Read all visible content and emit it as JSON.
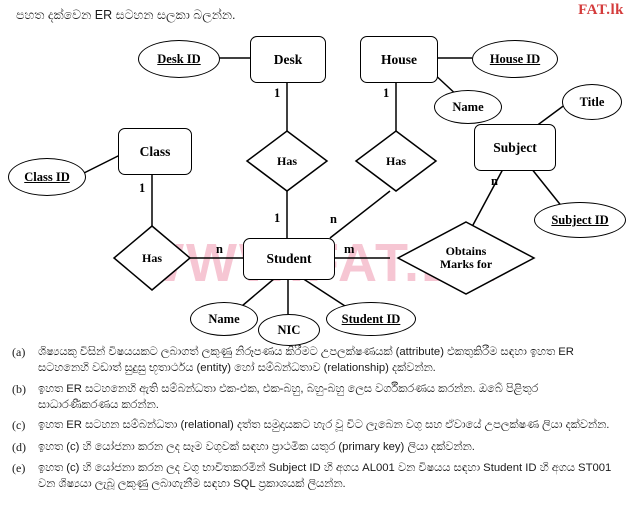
{
  "watermarks": {
    "corner": "FAT.lk",
    "center": "WWW.FAT.LK"
  },
  "intro": {
    "text": "පහත දක්වෙන ER සටහන සලකා බලන්න."
  },
  "diagram": {
    "type": "entity-relationship-diagram",
    "entities": [
      {
        "id": "desk",
        "label": "Desk"
      },
      {
        "id": "house",
        "label": "House"
      },
      {
        "id": "class",
        "label": "Class"
      },
      {
        "id": "subject",
        "label": "Subject"
      },
      {
        "id": "student",
        "label": "Student"
      }
    ],
    "attributes": [
      {
        "id": "desk-id",
        "label": "Desk ID",
        "key": true,
        "entity": "desk"
      },
      {
        "id": "house-id",
        "label": "House ID",
        "key": true,
        "entity": "house"
      },
      {
        "id": "name-house",
        "label": "Name",
        "key": false,
        "entity": "house"
      },
      {
        "id": "class-id",
        "label": "Class ID",
        "key": true,
        "entity": "class"
      },
      {
        "id": "title",
        "label": "Title",
        "key": false,
        "entity": "subject"
      },
      {
        "id": "subject-id",
        "label": "Subject ID",
        "key": true,
        "entity": "subject"
      },
      {
        "id": "name-student",
        "label": "Name",
        "key": false,
        "entity": "student"
      },
      {
        "id": "nic",
        "label": "NIC",
        "key": false,
        "entity": "student"
      },
      {
        "id": "student-id",
        "label": "Student ID",
        "key": true,
        "entity": "student"
      }
    ],
    "relationships": [
      {
        "id": "has-desk-student",
        "label": "Has",
        "line1": "Has",
        "line2": ""
      },
      {
        "id": "has-house-student",
        "label": "Has",
        "line1": "Has",
        "line2": ""
      },
      {
        "id": "has-class-student",
        "label": "Has",
        "line1": "Has",
        "line2": ""
      },
      {
        "id": "obtains-marks-for",
        "label": "Obtains Marks for",
        "line1": "Obtains",
        "line2": "Marks for"
      }
    ],
    "cardinalities": [
      {
        "id": "card-desk",
        "value": "1"
      },
      {
        "id": "card-house",
        "value": "1"
      },
      {
        "id": "card-class",
        "value": "1"
      },
      {
        "id": "card-student-desk",
        "value": "1"
      },
      {
        "id": "card-student-class",
        "value": "n"
      },
      {
        "id": "card-student-house",
        "value": "n"
      },
      {
        "id": "card-student-marks",
        "value": "m"
      },
      {
        "id": "card-subject-marks",
        "value": "n"
      }
    ]
  },
  "questions": [
    {
      "label": "(a)",
      "text": "ශිෂ්‍යයකු විසින් විෂයයකට ලබාගත් ලකුණු නිරූපණය කිරීමට උපලක්ෂණයක් (attribute) එකතුකිරීම සඳහා ඉහත ER සටහනෙහි වඩාත් සුදුසු භූතාර්ථය (entity) හෝ සම්බන්ධතාව (relationship) දක්වන්න."
    },
    {
      "label": "(b)",
      "text": "ඉහත ER සටහනෙහි ඇති සම්බන්ධතා එක-එක, එක-බහු, බහු-බහු ලෙස වර්ගීකරණය කරන්න. ඔබේ පිළිතුර සාධාරණීකරණය කරන්න."
    },
    {
      "label": "(c)",
      "text": "ඉහත ER සටහන සම්බන්ධතා (relational) දත්ත සමුදායකට හැර වූ විට ලැබෙන වගු සහ ඒවායේ උපලක්ෂණ ලියා දක්වන්න."
    },
    {
      "label": "(d)",
      "text": "ඉහත (c) හි යෝජනා කරන ලද සෑම වගුවක් සඳහා ප්‍රාථමික යතුර (primary key) ලියා දක්වන්න."
    },
    {
      "label": "(e)",
      "text": "ඉහත (c) හි යෝජනා කරන ලද වගු භාවිතකරමින් Subject ID හි අගය AL001 වන විෂයය සඳහා Student ID හි අගය ST001 වන ශිෂ්‍යයා ලැබූ ලකුණු ලබාගැනීම සඳහා SQL ප්‍රකාශයක් ලියන්න."
    }
  ]
}
